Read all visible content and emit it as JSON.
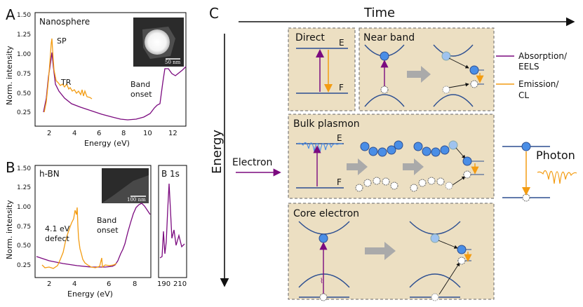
{
  "panelA": {
    "letter": "A",
    "title": "Nanosphere",
    "peak_labels": [
      "SP",
      "TR"
    ],
    "band_onset": [
      "Band",
      "onset"
    ],
    "ylabel": "Norm. intensity",
    "xlabel": "Energy (eV)",
    "yticks": [
      "0.25",
      "0.50",
      "0.75",
      "1.00",
      "1.25",
      "1.50"
    ],
    "xticks": [
      "2",
      "4",
      "6",
      "8",
      "10",
      "12"
    ],
    "scalebar": "50 nm"
  },
  "panelB": {
    "letter": "B",
    "title": "h-BN",
    "defect_label": [
      "4.1 eV",
      "defect"
    ],
    "band_onset": [
      "Band",
      "onset"
    ],
    "ylabel": "Norm. intensity",
    "xlabel": "Energy (eV)",
    "yticks": [
      "0.25",
      "0.50",
      "0.75",
      "1.00",
      "1.25",
      "1.50"
    ],
    "xticks": [
      "2",
      "4",
      "6",
      "8"
    ],
    "scalebar": "100 nm",
    "core_title": "B 1s",
    "core_xticks": [
      "190",
      "210"
    ]
  },
  "panelC": {
    "letter": "C",
    "time_axis": "Time",
    "energy_axis": "Energy",
    "electron_label": "Electron",
    "boxes": {
      "direct": "Direct",
      "near_band": "Near band",
      "bulk_plasmon": "Bulk plasmon",
      "core_electron": "Core electron"
    },
    "level_E": "E",
    "level_F": "F",
    "photon_label": "Photon",
    "legend": [
      {
        "label_lines": [
          "Absorption/",
          "EELS"
        ],
        "color": "#7b0a7f"
      },
      {
        "label_lines": [
          "Emission/",
          "CL"
        ],
        "color": "#f39c12"
      }
    ]
  },
  "colors": {
    "absorption": "#7b0a7f",
    "emission": "#f39c12",
    "box_fill": "#ecdfc2",
    "electron": "#4a8ee6",
    "level": "#2d4f91"
  }
}
